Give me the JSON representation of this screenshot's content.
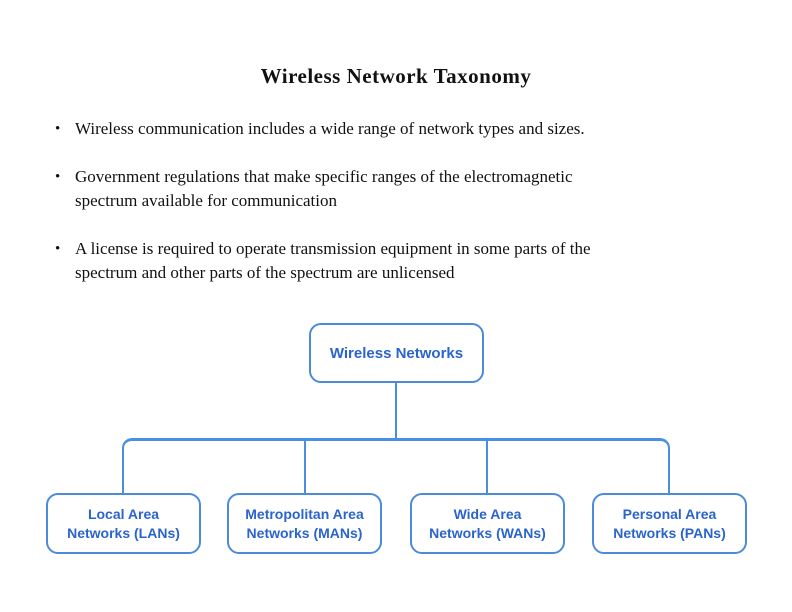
{
  "title": "Wireless Network Taxonomy",
  "bullet_glyph": "•",
  "bullets": [
    {
      "text": "Wireless communication includes a wide range of network types and sizes."
    },
    {
      "text": "Government regulations that make specific ranges of the electromagnetic\nspectrum available for communication"
    },
    {
      "text": "A license is required to operate transmission equipment in some parts of the\nspectrum and other parts of the spectrum are unlicensed"
    }
  ],
  "diagram": {
    "root": {
      "label": "Wireless Networks"
    },
    "children": [
      {
        "label": "Local Area\nNetworks (LANs)"
      },
      {
        "label": "Metropolitan Area\nNetworks (MANs)"
      },
      {
        "label": "Wide Area\nNetworks (WANs)"
      },
      {
        "label": "Personal Area\nNetworks (PANs)"
      }
    ],
    "colors": {
      "node_border": "#4c8bd9",
      "node_text": "#2a64cc",
      "connector": "#4a90e2",
      "title_text": "#111111"
    }
  }
}
